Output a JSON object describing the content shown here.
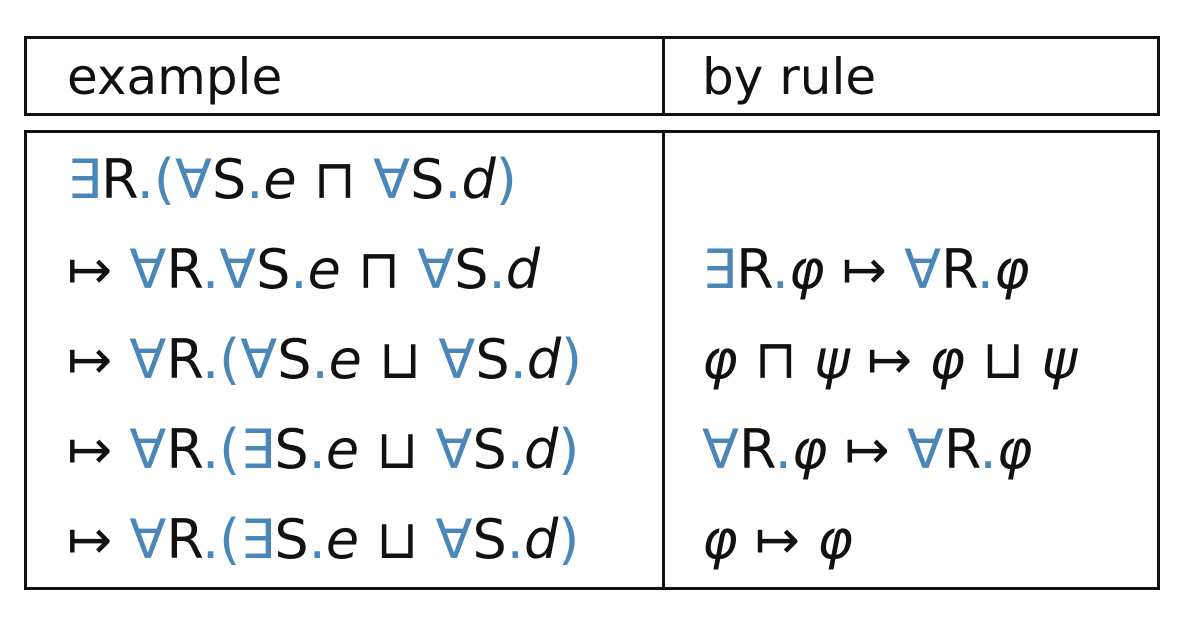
{
  "header": {
    "col1": "example",
    "col2": "by rule"
  },
  "rows": [
    {
      "example": "∃R.(∀S.e ⊓ ∀S.d)",
      "rule": ""
    },
    {
      "example": "↦ ∀R.∀S.e ⊓ ∀S.d",
      "rule": "∃R.φ ↦ ∀R.φ"
    },
    {
      "example": "↦ ∀R.(∀S.e ⊔ ∀S.d)",
      "rule": "φ ⊓ ψ ↦ φ ⊔ ψ"
    },
    {
      "example": "↦ ∀R.(∃S.e ⊔ ∀S.d)",
      "rule": "∀R.φ ↦ ∀R.φ"
    },
    {
      "example": "↦ ∀R.(∃S.e ⊔ ∀S.d)",
      "rule": "φ ↦ φ"
    }
  ],
  "colors": {
    "accent": "#4a86b8",
    "text": "#111111"
  }
}
